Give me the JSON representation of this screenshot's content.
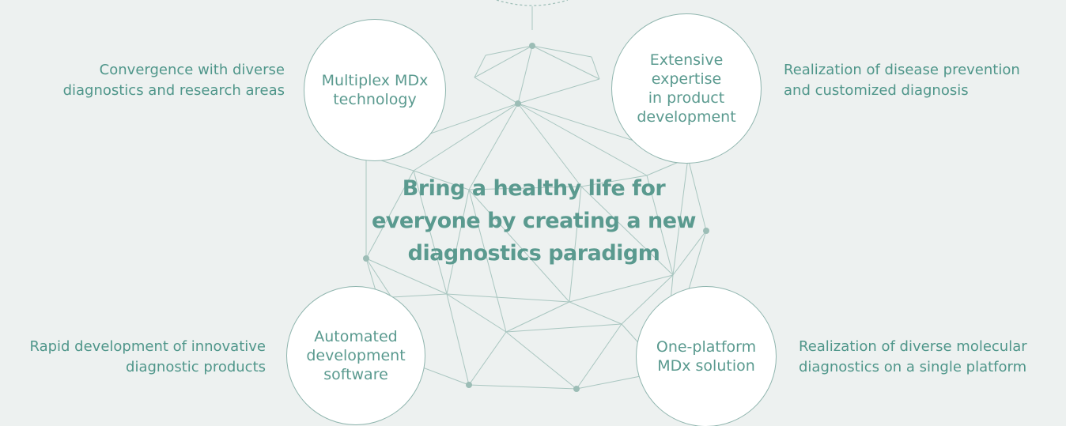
{
  "colors": {
    "background": "#edf1f0",
    "accent": "#5a9a8f",
    "line": "#a9c6c0",
    "node": "#9cbdb6",
    "circle_fill": "#ffffff",
    "circle_border": "#8fb5ae"
  },
  "center": {
    "mission": "Bring a healthy life for\neveryone by creating a new\ndiagnostics paradigm"
  },
  "pillars": [
    {
      "id": "multiplex",
      "title": "Multiplex MDx\ntechnology",
      "description": "Convergence with diverse\ndiagnostics and research areas"
    },
    {
      "id": "expertise",
      "title": "Extensive\nexpertise\nin product\ndevelopment",
      "description": "Realization of disease prevention\nand customized diagnosis"
    },
    {
      "id": "automated",
      "title": "Automated\ndevelopment\nsoftware",
      "description": "Rapid development of innovative\ndiagnostic products"
    },
    {
      "id": "oneplatform",
      "title": "One-platform\nMDx solution",
      "description": "Realization of diverse molecular\ndiagnostics on a single platform"
    }
  ]
}
